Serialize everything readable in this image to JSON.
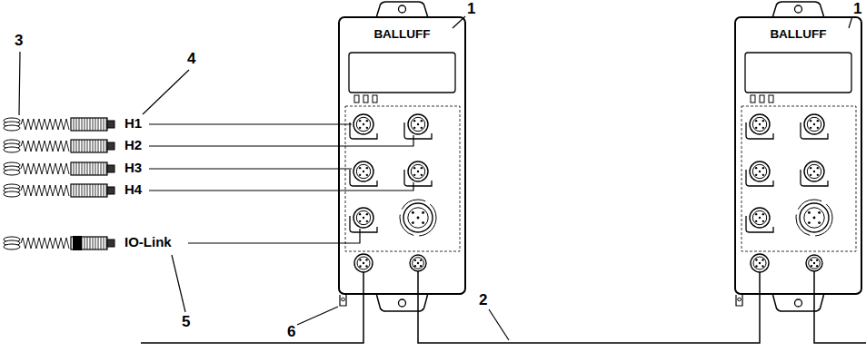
{
  "diagram": {
    "nodes": [
      {
        "text": [
          "BALLUFF"
        ]
      },
      {
        "text": [
          "BALLUFF"
        ]
      }
    ],
    "edges": [
      {
        "from": 0,
        "to": 1,
        "arrow": "none"
      }
    ],
    "labels": [
      "1",
      "1",
      "2",
      "3",
      "4",
      "H1",
      "H2",
      "H3",
      "H4",
      "IO-Link",
      "5",
      "6"
    ]
  }
}
